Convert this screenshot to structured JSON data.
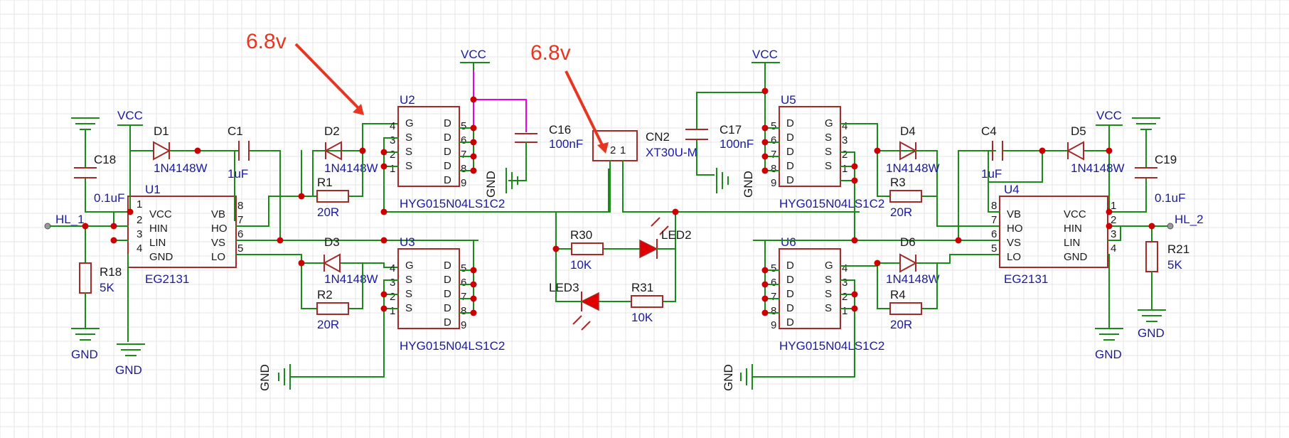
{
  "annotations": {
    "left": "6.8v",
    "right": "6.8v"
  },
  "nets": {
    "vcc": "VCC",
    "gnd": "GND",
    "hl1": "HL_1",
    "hl2": "HL_2"
  },
  "u1": {
    "ref": "U1",
    "part": "EG2131",
    "pins_left": [
      "VCC",
      "HIN",
      "LIN",
      "GND"
    ],
    "pins_right": [
      "VB",
      "HO",
      "VS",
      "LO"
    ],
    "nums_left": [
      "1",
      "2",
      "3",
      "4"
    ],
    "nums_right": [
      "8",
      "7",
      "6",
      "5"
    ]
  },
  "u4": {
    "ref": "U4",
    "part": "EG2131",
    "pins_left": [
      "VB",
      "HO",
      "VS",
      "LO"
    ],
    "pins_right": [
      "VCC",
      "HIN",
      "LIN",
      "GND"
    ],
    "nums_left": [
      "8",
      "7",
      "6",
      "5"
    ],
    "nums_right": [
      "1",
      "2",
      "3",
      "4"
    ]
  },
  "mosfet": {
    "part": "HYG015N04LS1C2",
    "g": "G",
    "s": "S",
    "d": "D",
    "u2": "U2",
    "u3": "U3",
    "u5": "U5",
    "u6": "U6",
    "nums_gs": [
      "4",
      "3",
      "2",
      "1"
    ],
    "nums_d": [
      "5",
      "6",
      "7",
      "8",
      "9"
    ]
  },
  "diodes": {
    "d1": "D1",
    "d2": "D2",
    "d3": "D3",
    "d4": "D4",
    "d5": "D5",
    "d6": "D6",
    "part": "1N4148W"
  },
  "caps": {
    "c1": "C1",
    "c1v": "1uF",
    "c4": "C4",
    "c4v": "1uF",
    "c16": "C16",
    "c16v": "100nF",
    "c17": "C17",
    "c17v": "100nF",
    "c18": "C18",
    "c18v": "0.1uF",
    "c19": "C19",
    "c19v": "0.1uF"
  },
  "res": {
    "r1": "R1",
    "r1v": "20R",
    "r2": "R2",
    "r2v": "20R",
    "r3": "R3",
    "r3v": "20R",
    "r4": "R4",
    "r4v": "20R",
    "r18": "R18",
    "r18v": "5K",
    "r21": "R21",
    "r21v": "5K",
    "r30": "R30",
    "r30v": "10K",
    "r31": "R31",
    "r31v": "10K"
  },
  "leds": {
    "led2": "LED2",
    "led3": "LED3"
  },
  "cn2": {
    "ref": "CN2",
    "part": "XT30U-M",
    "p1": "1",
    "p2": "2"
  }
}
